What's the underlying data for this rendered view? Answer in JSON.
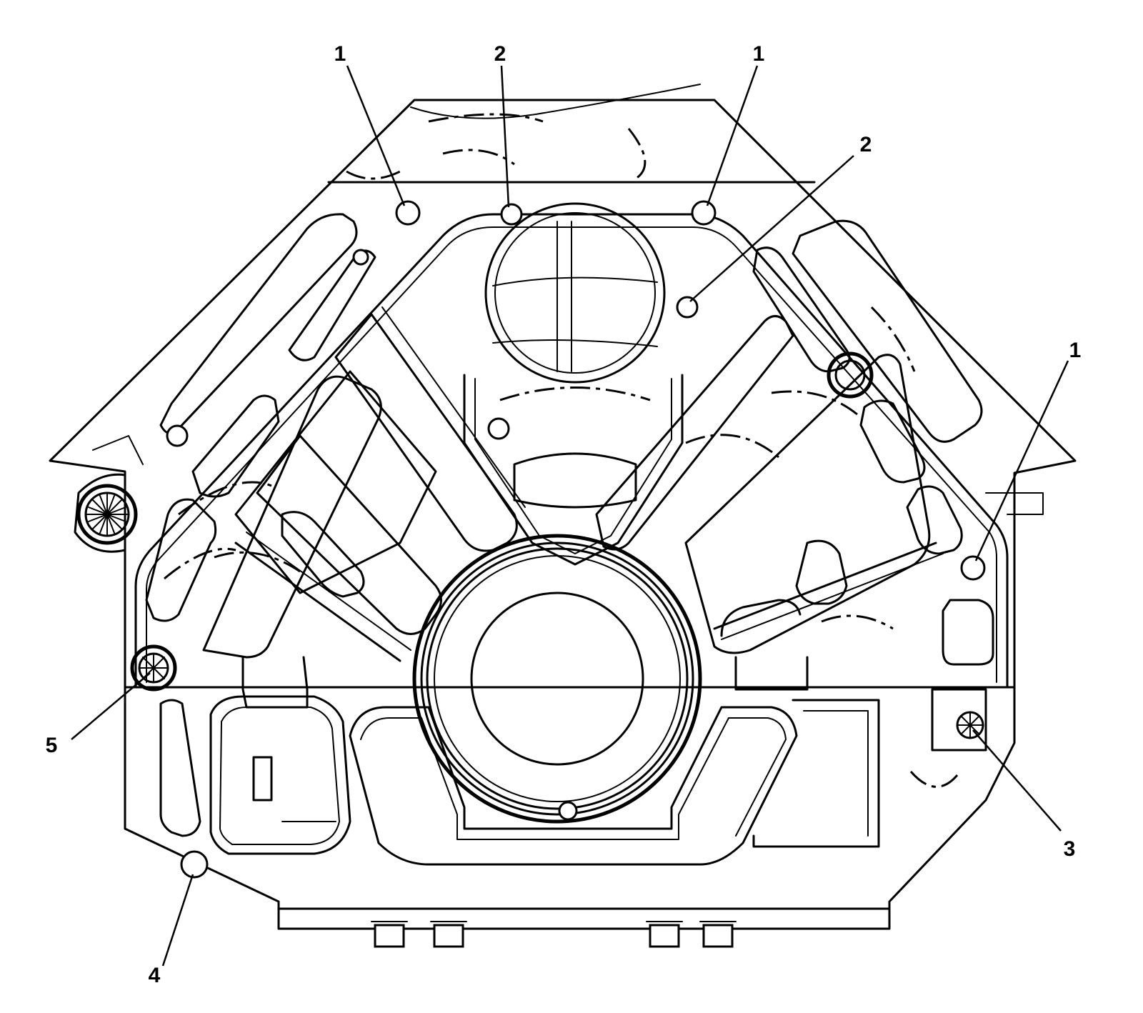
{
  "callouts": {
    "c1_left": "1",
    "c2_top": "2",
    "c1_top_right": "1",
    "c2_right": "2",
    "c1_right": "1",
    "c5": "5",
    "c3": "3",
    "c4": "4"
  }
}
